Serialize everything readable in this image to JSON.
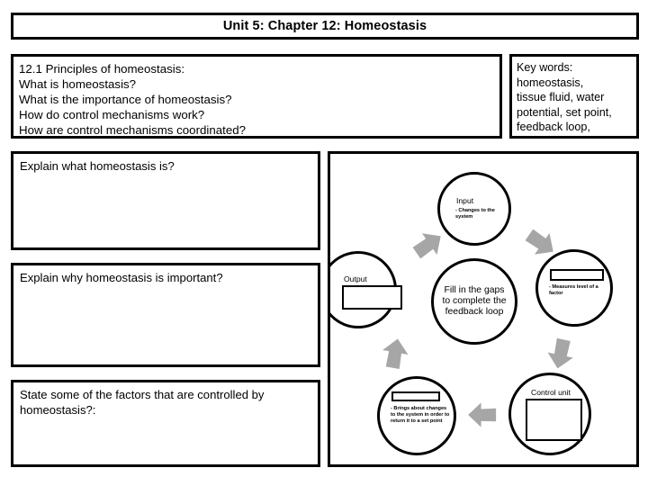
{
  "title": "Unit 5: Chapter 12: Homeostasis",
  "objectives": {
    "heading": "12.1 Principles of homeostasis:",
    "lines": [
      "What is homeostasis?",
      "What is the importance of homeostasis?",
      "How do control mechanisms work?",
      "How are control mechanisms coordinated?"
    ]
  },
  "keywords": {
    "heading": "Key words:",
    "lines": [
      "homeostasis,",
      "tissue fluid, water",
      "potential, set point,",
      "feedback loop,"
    ]
  },
  "answer_boxes": [
    {
      "prompt": "Explain what homeostasis is?",
      "value": ""
    },
    {
      "prompt": "Explain why homeostasis is important?",
      "value": ""
    },
    {
      "prompt": "State some of the factors that are controlled by homeostasis?:",
      "value": ""
    }
  ],
  "diagram": {
    "hub_text": "Fill in the gaps to complete the feedback loop",
    "nodes": [
      {
        "id": "input",
        "label": "Input",
        "desc": "- Changes to the system",
        "blank": false
      },
      {
        "id": "receptor",
        "label": "",
        "desc": "- Measures level of a factor",
        "blank": true,
        "blank_value": ""
      },
      {
        "id": "control-unit",
        "label": "Control unit",
        "desc": "",
        "blank": true,
        "blank_value": ""
      },
      {
        "id": "effector",
        "label": "",
        "desc": "- Brings about changes to the system in order to return it to a set point",
        "blank": true,
        "blank_value": ""
      },
      {
        "id": "output",
        "label": "Output",
        "desc": "",
        "blank": true,
        "blank_value": ""
      }
    ],
    "arrow_color": "#a6a6a6",
    "arrows": [
      {
        "id": "output-to-input",
        "direction": "up-right"
      },
      {
        "id": "input-to-receptor",
        "direction": "down-right"
      },
      {
        "id": "receptor-to-control-unit",
        "direction": "down-left"
      },
      {
        "id": "control-unit-to-effector",
        "direction": "left"
      },
      {
        "id": "effector-to-output",
        "direction": "up"
      }
    ]
  },
  "colors": {
    "ink": "#000000",
    "paper": "#ffffff",
    "arrow_gray": "#a6a6a6"
  }
}
